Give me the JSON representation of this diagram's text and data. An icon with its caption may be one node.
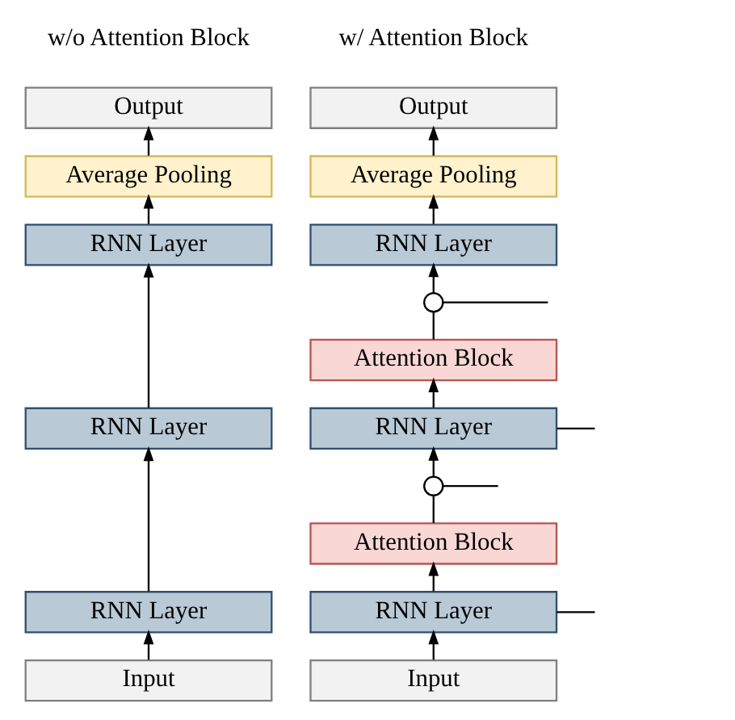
{
  "diagram": {
    "nodes": [
      {
        "text": [
          "Output"
        ]
      },
      {
        "text": [
          "Average Pooling"
        ]
      },
      {
        "text": [
          "RNN Layer"
        ]
      },
      {
        "text": [
          "RNN Layer"
        ]
      },
      {
        "text": [
          "RNN Layer"
        ]
      },
      {
        "text": [
          "Input"
        ]
      },
      {
        "text": [
          "Output"
        ]
      },
      {
        "text": [
          "Average Pooling"
        ]
      },
      {
        "text": [
          "RNN Layer"
        ]
      },
      {
        "text": [],
        "shape": "circle"
      },
      {
        "text": [
          "Attention Block"
        ]
      },
      {
        "text": [
          "RNN Layer"
        ]
      },
      {
        "text": [],
        "shape": "circle"
      },
      {
        "text": [
          "Attention Block"
        ]
      },
      {
        "text": [
          "RNN Layer"
        ]
      },
      {
        "text": [
          "Input"
        ]
      }
    ],
    "edges": [
      {
        "from": 5,
        "to": 4,
        "arrow": "to"
      },
      {
        "from": 4,
        "to": 3,
        "arrow": "to"
      },
      {
        "from": 3,
        "to": 2,
        "arrow": "to"
      },
      {
        "from": 2,
        "to": 1,
        "arrow": "to"
      },
      {
        "from": 1,
        "to": 0,
        "arrow": "to"
      },
      {
        "from": 15,
        "to": 14,
        "arrow": "to"
      },
      {
        "from": 14,
        "to": 13,
        "arrow": "to"
      },
      {
        "from": 14,
        "to": null,
        "arrow": "none"
      },
      {
        "from": 13,
        "to": 12,
        "arrow": "none"
      },
      {
        "from": null,
        "to": 12,
        "arrow": "none"
      },
      {
        "from": 12,
        "to": 11,
        "arrow": "to"
      },
      {
        "from": 11,
        "to": 10,
        "arrow": "to"
      },
      {
        "from": 11,
        "to": null,
        "arrow": "none"
      },
      {
        "from": 10,
        "to": 9,
        "arrow": "none"
      },
      {
        "from": null,
        "to": 9,
        "arrow": "none"
      },
      {
        "from": 9,
        "to": 8,
        "arrow": "to"
      },
      {
        "from": 8,
        "to": 7,
        "arrow": "to"
      },
      {
        "from": 7,
        "to": 6,
        "arrow": "to"
      }
    ],
    "labels": [
      "w/o Attention Block",
      "w/ Attention Block"
    ]
  }
}
